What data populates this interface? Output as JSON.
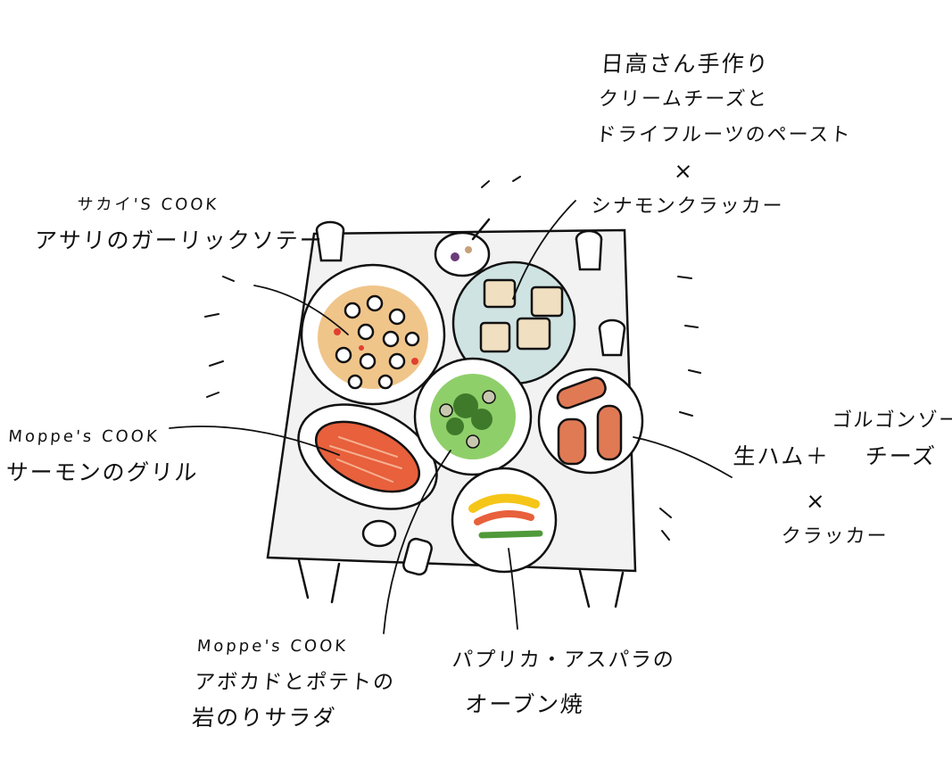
{
  "labels": {
    "cracker_paste": {
      "line1": "日高さん手作り",
      "line2": "クリームチーズと",
      "line3": "ドライフルーツのペースト",
      "times": "×",
      "line4": "シナモンクラッカー"
    },
    "clams": {
      "author": "サカイ'S COOK",
      "dish": "アサリのガーリックソテー"
    },
    "salmon": {
      "author": "Moppe's COOK",
      "dish": "サーモンのグリル"
    },
    "ham": {
      "line1": "ゴルゴンゾーラ",
      "line2a": "生ハム＋",
      "line2b": "チーズ",
      "times": "×",
      "line3": "クラッカー"
    },
    "salad": {
      "author": "Moppe's COOK",
      "line1": "アボカドとポテトの",
      "line2": "岩のりサラダ"
    },
    "paprika": {
      "line1": "パプリカ・アスパラの",
      "line2": "オーブン焼"
    }
  },
  "colors": {
    "ink": "#111111",
    "table": "#f2f2f2",
    "crackerPlate": "#cfe3e3",
    "clamSauce": "#f0c58a",
    "salmon": "#e8603c",
    "ham": "#e07a55",
    "greens": "#5a9a3a",
    "paprikaYellow": "#f5c518"
  }
}
